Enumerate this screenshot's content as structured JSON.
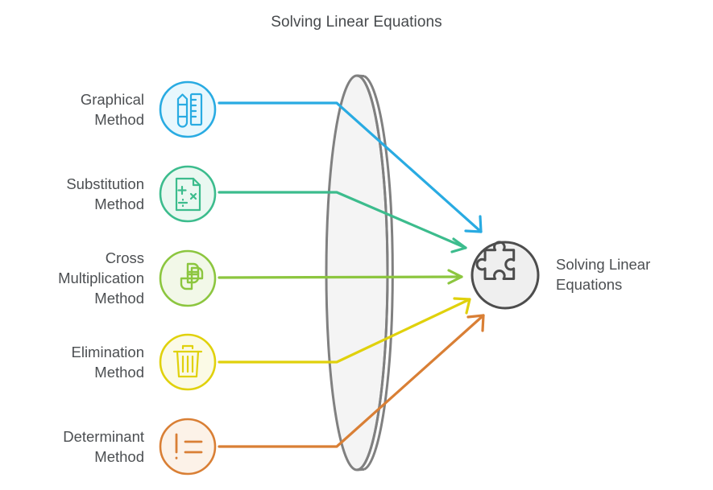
{
  "title": "Solving Linear Equations",
  "colors": {
    "graphical": "#29abe2",
    "substitution": "#3cbc8d",
    "cross_multiplication": "#8cc63f",
    "elimination": "#e0d10c",
    "determinant": "#d97f35",
    "target_outline": "#4d4d4d",
    "disc_outline": "#808080",
    "text": "#4c4f52"
  },
  "methods": [
    {
      "label": "Graphical\nMethod",
      "icon": "pencil-ruler-icon",
      "color": "#29abe2",
      "fill": "#e8f7fd"
    },
    {
      "label": "Substitution\nMethod",
      "icon": "math-document-icon",
      "color": "#3cbc8d",
      "fill": "#eaf8f1"
    },
    {
      "label": "Cross\nMultiplication\nMethod",
      "icon": "interlocking-cross-icon",
      "color": "#8cc63f",
      "fill": "#f2f8e8"
    },
    {
      "label": "Elimination\nMethod",
      "icon": "trash-bin-icon",
      "color": "#e0d10c",
      "fill": "#fbfae6"
    },
    {
      "label": "Determinant\nMethod",
      "icon": "exclamation-lines-icon",
      "color": "#d97f35",
      "fill": "#fcf2e8"
    }
  ],
  "target": {
    "label": "Solving Linear\nEquations",
    "icon": "puzzle-piece-icon",
    "color": "#4d4d4d",
    "fill": "#efefef"
  },
  "center_shape": {
    "name": "disc-funnel-shape"
  }
}
